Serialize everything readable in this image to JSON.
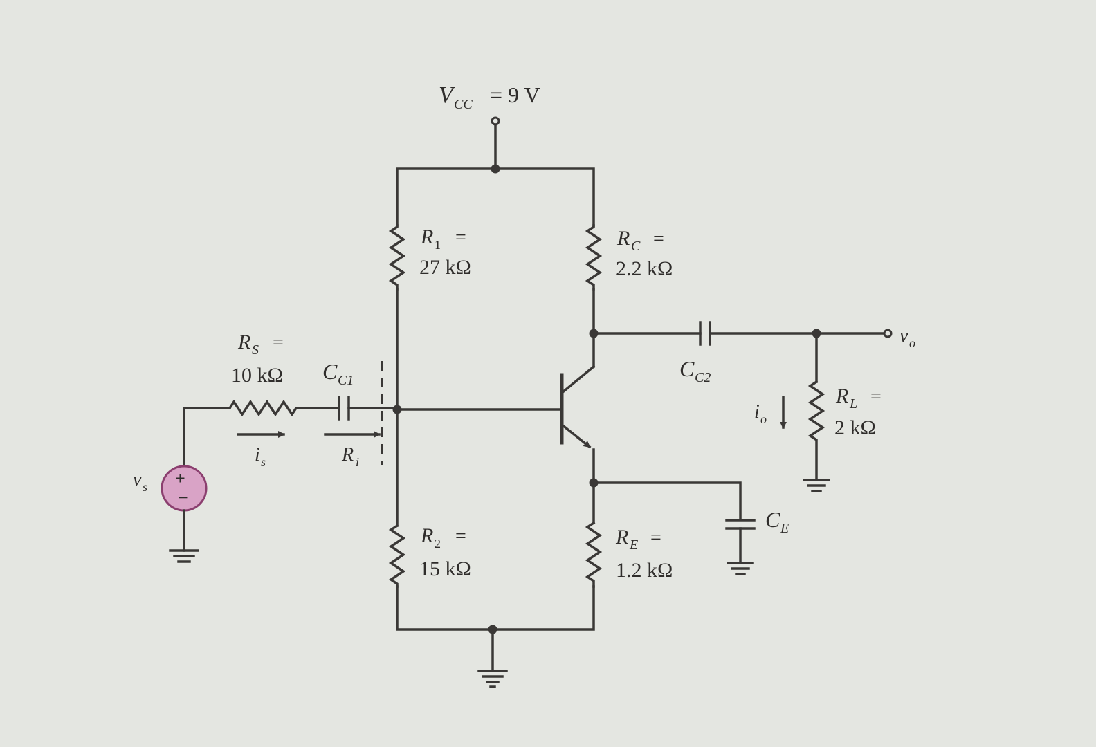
{
  "supply": {
    "symbol": "V",
    "sub": "CC",
    "value": "= 9 V"
  },
  "r1": {
    "symbol": "R",
    "sub": "1",
    "eq": "=",
    "value": "27 kΩ"
  },
  "r2": {
    "symbol": "R",
    "sub": "2",
    "eq": "=",
    "value": "15 kΩ"
  },
  "rc": {
    "symbol": "R",
    "sub": "C",
    "eq": "=",
    "value": "2.2 kΩ"
  },
  "re": {
    "symbol": "R",
    "sub": "E",
    "eq": "=",
    "value": "1.2 kΩ"
  },
  "rs": {
    "symbol": "R",
    "sub": "S",
    "eq": "=",
    "value": "10 kΩ"
  },
  "rl": {
    "symbol": "R",
    "sub": "L",
    "eq": "=",
    "value": "2 kΩ"
  },
  "cc1": {
    "symbol": "C",
    "sub": "C1"
  },
  "cc2": {
    "symbol": "C",
    "sub": "C2"
  },
  "ce": {
    "symbol": "C",
    "sub": "E"
  },
  "source": {
    "symbol": "v",
    "sub": "s",
    "plus": "+",
    "minus": "−"
  },
  "input_current": {
    "symbol": "i",
    "sub": "s"
  },
  "input_resistance": {
    "symbol": "R",
    "sub": "i"
  },
  "output_current": {
    "symbol": "i",
    "sub": "o"
  },
  "output_voltage": {
    "symbol": "v",
    "sub": "o"
  },
  "colors": {
    "background": "#e4e6e1",
    "wire": "#3a3836",
    "source_fill": "#d9a3c6",
    "source_stroke": "#8b3f6f"
  }
}
